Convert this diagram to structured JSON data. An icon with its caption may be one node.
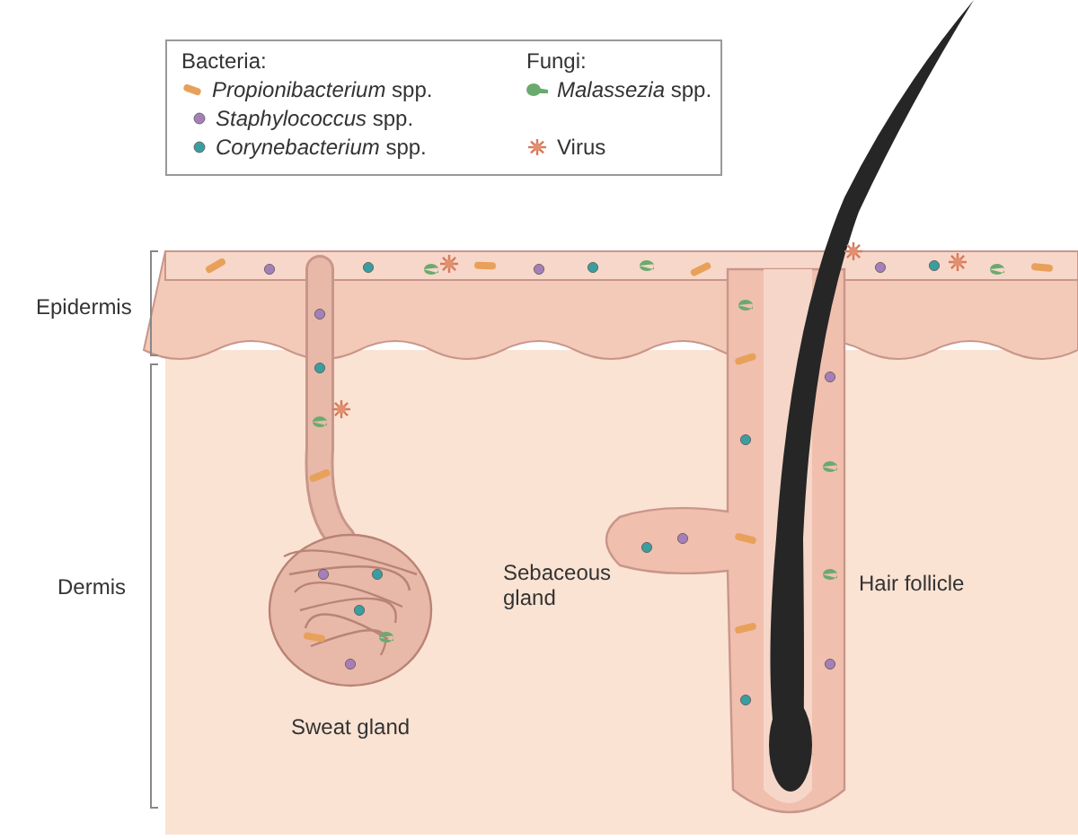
{
  "diagram": {
    "labels": [
      "Bacteria:",
      "Fungi:",
      "Epidermis",
      "Sebaceous gland",
      "Hair follicle",
      "Dermis",
      "Sweat gland"
    ],
    "legend": [
      {
        "text": "*Propionibacterium* spp."
      },
      {
        "text": "*Staphylococcus* spp."
      },
      {
        "text": "*Corynebacterium* spp."
      },
      {
        "text": "*Malassezia* spp."
      },
      {
        "text": "Virus"
      }
    ]
  }
}
